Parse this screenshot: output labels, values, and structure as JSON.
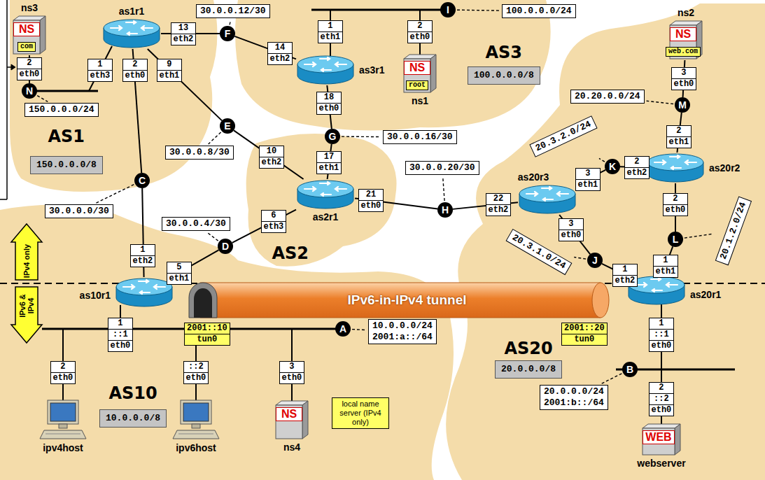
{
  "diagram": {
    "nodes": [
      {
        "text": [
          "NS",
          "com",
          "ns3"
        ]
      },
      {
        "text": [
          "2",
          "eth0"
        ]
      },
      {
        "text": [
          "as1r1"
        ]
      },
      {
        "text": [
          "1",
          "eth3"
        ]
      },
      {
        "text": [
          "2",
          "eth0"
        ]
      },
      {
        "text": [
          "9",
          "eth1"
        ]
      },
      {
        "text": [
          "13",
          "eth2"
        ]
      },
      {
        "text": [
          "N"
        ]
      },
      {
        "text": [
          "150.0.0.0/24"
        ]
      },
      {
        "text": [
          "150.0.0.0/8"
        ]
      },
      {
        "text": [
          "F"
        ]
      },
      {
        "text": [
          "30.0.0.12/30"
        ]
      },
      {
        "text": [
          "E"
        ]
      },
      {
        "text": [
          "30.0.0.8/30"
        ]
      },
      {
        "text": [
          "C"
        ]
      },
      {
        "text": [
          "30.0.0.0/30"
        ]
      },
      {
        "text": [
          "D"
        ]
      },
      {
        "text": [
          "30.0.0.4/30"
        ]
      },
      {
        "text": [
          "as3r1"
        ]
      },
      {
        "text": [
          "1",
          "eth1"
        ]
      },
      {
        "text": [
          "14",
          "eth2"
        ]
      },
      {
        "text": [
          "18",
          "eth0"
        ]
      },
      {
        "text": [
          "I"
        ]
      },
      {
        "text": [
          "100.0.0.0/24"
        ]
      },
      {
        "text": [
          "NS",
          "root",
          "ns1"
        ]
      },
      {
        "text": [
          "2",
          "eth0"
        ]
      },
      {
        "text": [
          "100.0.0.0/8"
        ]
      },
      {
        "text": [
          "G"
        ]
      },
      {
        "text": [
          "30.0.0.16/30"
        ]
      },
      {
        "text": [
          "as2r1"
        ]
      },
      {
        "text": [
          "10",
          "eth2"
        ]
      },
      {
        "text": [
          "17",
          "eth1"
        ]
      },
      {
        "text": [
          "21",
          "eth0"
        ]
      },
      {
        "text": [
          "6",
          "eth3"
        ]
      },
      {
        "text": [
          "H"
        ]
      },
      {
        "text": [
          "30.0.0.20/30"
        ]
      },
      {
        "text": [
          "NS",
          "web.com",
          "ns2"
        ]
      },
      {
        "text": [
          "3",
          "eth0"
        ]
      },
      {
        "text": [
          "M"
        ]
      },
      {
        "text": [
          "20.20.0.0/24"
        ]
      },
      {
        "text": [
          "as20r2"
        ]
      },
      {
        "text": [
          "2",
          "eth2"
        ]
      },
      {
        "text": [
          "2",
          "eth1"
        ]
      },
      {
        "text": [
          "2",
          "eth0"
        ]
      },
      {
        "text": [
          "K"
        ]
      },
      {
        "text": [
          "20.3.2.0/24"
        ]
      },
      {
        "text": [
          "as20r3"
        ]
      },
      {
        "text": [
          "3",
          "eth1"
        ]
      },
      {
        "text": [
          "22",
          "eth2"
        ]
      },
      {
        "text": [
          "3",
          "eth0"
        ]
      },
      {
        "text": [
          "J"
        ]
      },
      {
        "text": [
          "20.3.1.0/24"
        ]
      },
      {
        "text": [
          "L"
        ]
      },
      {
        "text": [
          "20.1.2.0/24"
        ]
      },
      {
        "text": [
          "IPv4 only"
        ]
      },
      {
        "text": [
          "IPv6 & IPv4"
        ]
      },
      {
        "text": [
          "as10r1"
        ]
      },
      {
        "text": [
          "1",
          "eth2"
        ]
      },
      {
        "text": [
          "5",
          "eth1"
        ]
      },
      {
        "text": [
          "IPv6-in-IPv4 tunnel"
        ]
      },
      {
        "text": [
          "2001::10",
          "tun0"
        ]
      },
      {
        "text": [
          "2001::20",
          "tun0"
        ]
      },
      {
        "text": [
          "as20r1"
        ]
      },
      {
        "text": [
          "1",
          "eth2"
        ]
      },
      {
        "text": [
          "1",
          "eth1"
        ]
      },
      {
        "text": [
          "1",
          "::1",
          "eth0"
        ]
      },
      {
        "text": [
          "1",
          "::1",
          "eth0"
        ]
      },
      {
        "text": [
          "A"
        ]
      },
      {
        "text": [
          "10.0.0.0/24",
          "2001:a::/64"
        ]
      },
      {
        "text": [
          "B"
        ]
      },
      {
        "text": [
          "20.0.0.0/24",
          "2001:b::/64"
        ]
      },
      {
        "text": [
          "20.0.0.0/8"
        ]
      },
      {
        "text": [
          "10.0.0.0/8"
        ]
      },
      {
        "text": [
          "ipv4host"
        ]
      },
      {
        "text": [
          "2",
          "eth0"
        ]
      },
      {
        "text": [
          "ipv6host"
        ]
      },
      {
        "text": [
          "::2",
          "eth0"
        ]
      },
      {
        "text": [
          "NS",
          "ns4"
        ]
      },
      {
        "text": [
          "3",
          "eth0"
        ]
      },
      {
        "text": [
          "local name server (IPv4 only)"
        ]
      },
      {
        "text": [
          "WEB",
          "webserver"
        ]
      },
      {
        "text": [
          "2",
          "::2",
          "eth0"
        ]
      }
    ],
    "edges": [
      {
        "from": 2,
        "to": 10,
        "arrow": "none"
      },
      {
        "from": 10,
        "to": 18,
        "arrow": "none"
      },
      {
        "from": 2,
        "to": 12,
        "arrow": "none"
      },
      {
        "from": 12,
        "to": 29,
        "arrow": "none"
      },
      {
        "from": 2,
        "to": 14,
        "arrow": "none"
      },
      {
        "from": 14,
        "to": 56,
        "arrow": "none"
      },
      {
        "from": 56,
        "to": 16,
        "arrow": "none"
      },
      {
        "from": 16,
        "to": 29,
        "arrow": "none"
      },
      {
        "from": 18,
        "to": 27,
        "arrow": "none"
      },
      {
        "from": 27,
        "to": 29,
        "arrow": "none"
      },
      {
        "from": 29,
        "to": 34,
        "arrow": "none"
      },
      {
        "from": 34,
        "to": 46,
        "arrow": "none"
      },
      {
        "from": 46,
        "to": 44,
        "arrow": "none"
      },
      {
        "from": 44,
        "to": 40,
        "arrow": "none"
      },
      {
        "from": 46,
        "to": 50,
        "arrow": "none"
      },
      {
        "from": 50,
        "to": 62,
        "arrow": "none"
      },
      {
        "from": 40,
        "to": 52,
        "arrow": "none"
      },
      {
        "from": 52,
        "to": 62,
        "arrow": "none"
      },
      {
        "from": 40,
        "to": 38,
        "arrow": "none"
      },
      {
        "from": 38,
        "to": 36,
        "arrow": "none"
      },
      {
        "from": 0,
        "to": 7,
        "arrow": "none"
      },
      {
        "from": 7,
        "to": 8,
        "arrow": "none"
      },
      {
        "from": 10,
        "to": 11,
        "arrow": "none"
      },
      {
        "from": 12,
        "to": 13,
        "arrow": "none"
      },
      {
        "from": 14,
        "to": 15,
        "arrow": "none"
      },
      {
        "from": 16,
        "to": 17,
        "arrow": "none"
      },
      {
        "from": 22,
        "to": 23,
        "arrow": "none"
      },
      {
        "from": 27,
        "to": 28,
        "arrow": "none"
      },
      {
        "from": 34,
        "to": 35,
        "arrow": "none"
      },
      {
        "from": 38,
        "to": 39,
        "arrow": "none"
      },
      {
        "from": 44,
        "to": 45,
        "arrow": "none"
      },
      {
        "from": 50,
        "to": 51,
        "arrow": "none"
      },
      {
        "from": 52,
        "to": 53,
        "arrow": "none"
      },
      {
        "from": 67,
        "to": 68,
        "arrow": "none"
      },
      {
        "from": 69,
        "to": 70,
        "arrow": "none"
      }
    ],
    "labels": [
      "AS1",
      "AS3",
      "AS2",
      "AS20",
      "AS10"
    ]
  }
}
